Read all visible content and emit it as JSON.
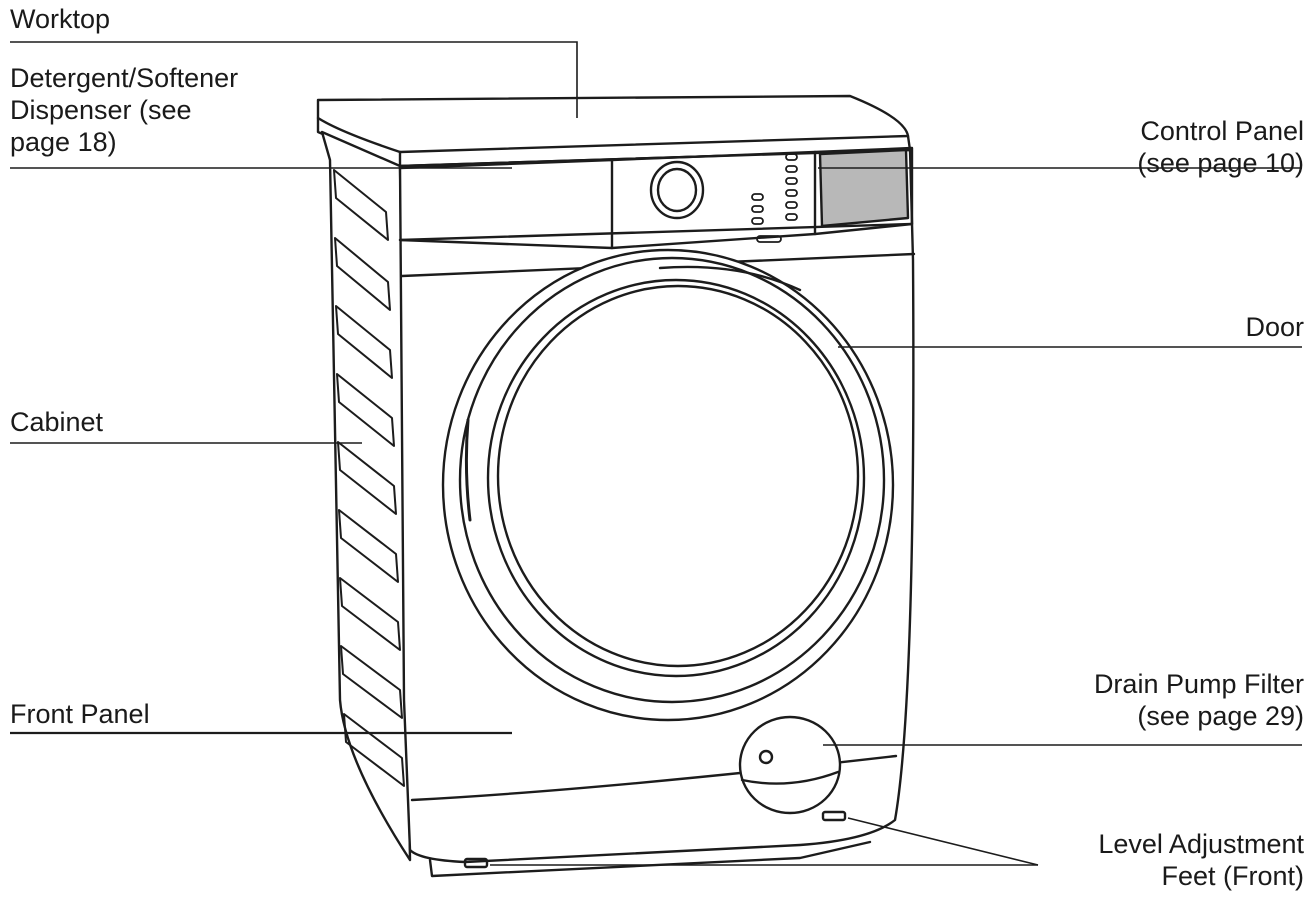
{
  "labels": {
    "worktop": "Worktop",
    "dispenser": [
      "Detergent/Softener",
      "Dispenser (see",
      "page 18)"
    ],
    "control_panel": [
      "Control Panel",
      "(see page 10)"
    ],
    "door": "Door",
    "cabinet": "Cabinet",
    "front_panel": "Front Panel",
    "drain_pump_filter": [
      "Drain Pump Filter",
      "(see page 29)"
    ],
    "level_feet": [
      "Level Adjustment",
      "Feet (Front)"
    ]
  }
}
